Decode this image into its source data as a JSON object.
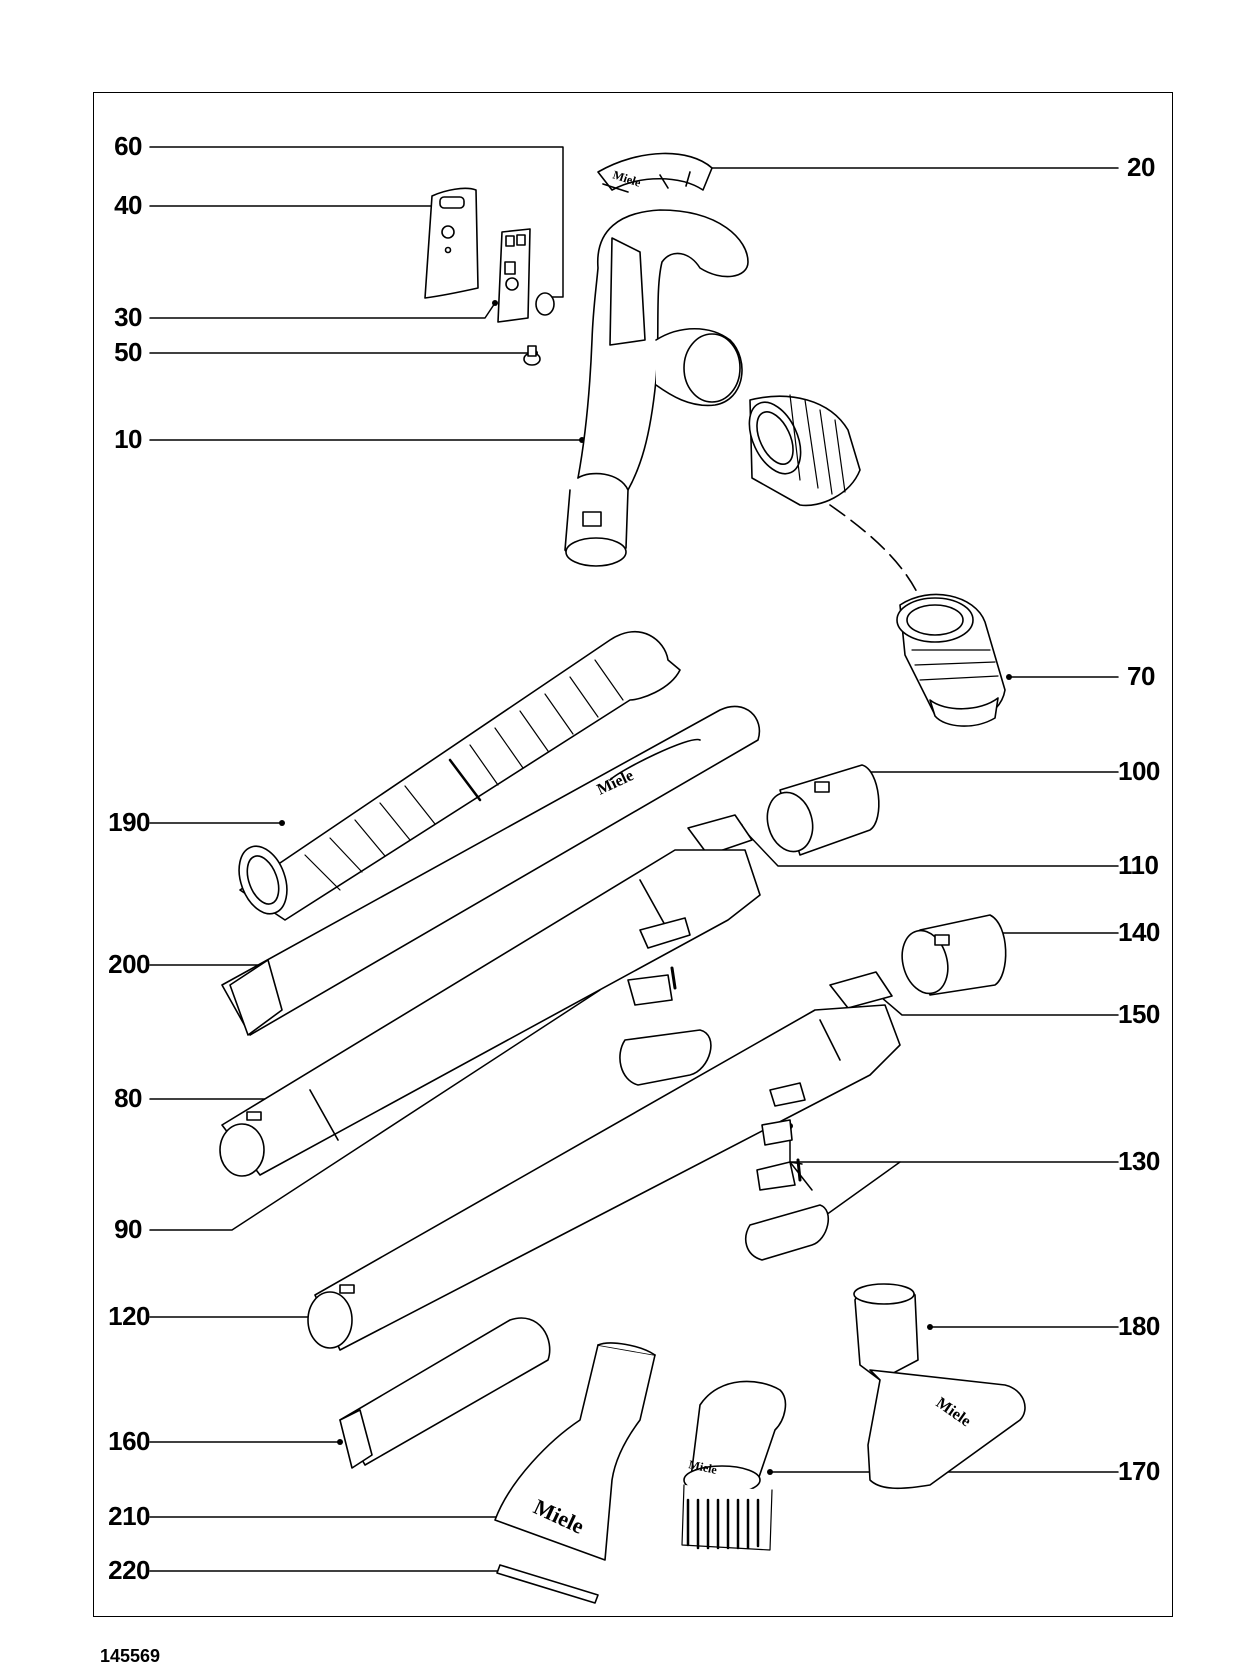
{
  "drawing_number": "145569",
  "logo_text": "Miele",
  "parts": {
    "p60": "60",
    "p40": "40",
    "p30": "30",
    "p50": "50",
    "p10": "10",
    "p20": "20",
    "p70": "70",
    "p190": "190",
    "p200": "200",
    "p80": "80",
    "p90": "90",
    "p100": "100",
    "p110": "110",
    "p140": "140",
    "p150": "150",
    "p130": "130",
    "p120": "120",
    "p160": "160",
    "p180": "180",
    "p170": "170",
    "p210": "210",
    "p220": "220"
  }
}
